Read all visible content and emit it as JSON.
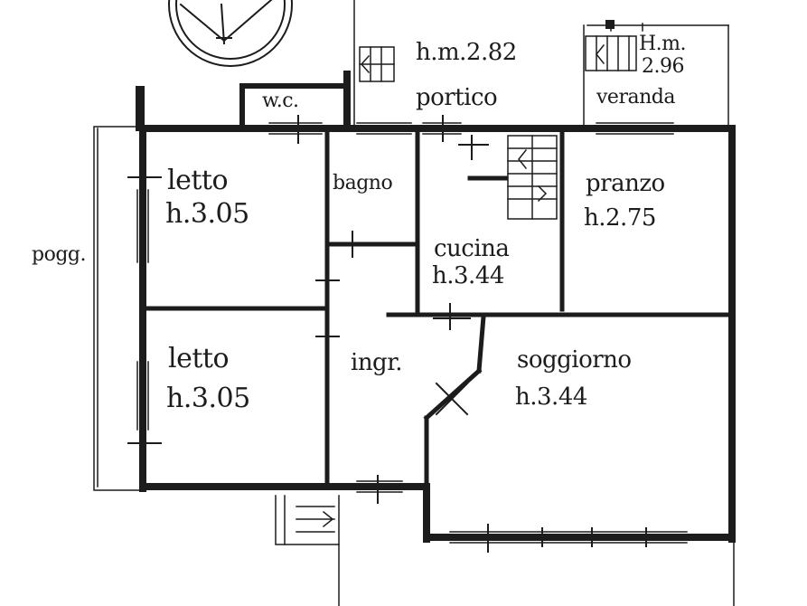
{
  "plan": {
    "porch": {
      "height": "h.m.2.82",
      "name": "portico"
    },
    "veranda": {
      "height_prefix": "H.m.",
      "height_value": "2.96",
      "name": "veranda"
    },
    "wc": {
      "name": "w.c."
    },
    "bedroom_top": {
      "name": "letto",
      "height": "h.3.05"
    },
    "bedroom_bottom": {
      "name": "letto",
      "height": "h.3.05"
    },
    "bathroom": {
      "name": "bagno"
    },
    "kitchen": {
      "name": "cucina",
      "height": "h.3.44"
    },
    "dining": {
      "name": "pranzo",
      "height": "h.2.75"
    },
    "living": {
      "name": "soggiorno",
      "height": "h.3.44"
    },
    "entrance": {
      "name": "ingr."
    },
    "balcony": {
      "name": "pogg."
    }
  },
  "colors": {
    "ink": "#1c1c1c",
    "paper": "#ffffff"
  }
}
